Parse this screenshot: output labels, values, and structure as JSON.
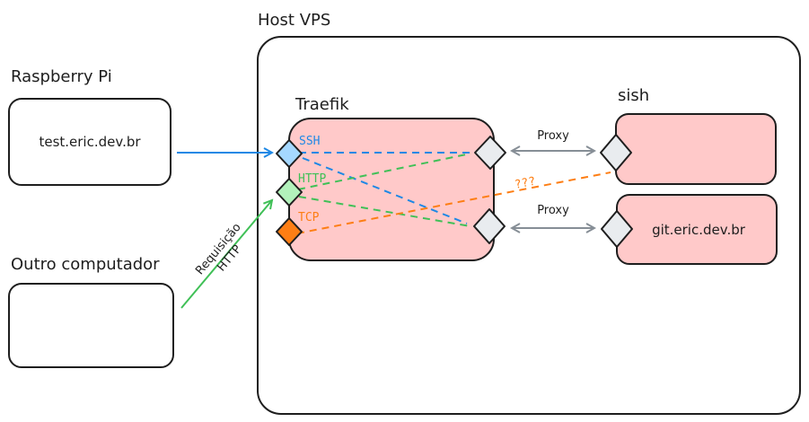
{
  "labels": {
    "raspberry_pi": "Raspberry Pi",
    "outro_computador": "Outro computador",
    "host_vps": "Host VPS",
    "traefik": "Traefik",
    "sish": "sish"
  },
  "boxes": {
    "raspberry_pi": "test.eric.dev.br",
    "outro_computador": "",
    "sish_bottom": "git.eric.dev.br"
  },
  "ports": {
    "ssh": "SSH",
    "http": "HTTP",
    "tcp": "TCP"
  },
  "arrows": {
    "proxy_top": "Proxy",
    "proxy_bottom": "Proxy",
    "unknown": "???",
    "requisicao_line1": "Requisição",
    "requisicao_line2": "HTTP"
  },
  "colors": {
    "ssh": "#1e88e5",
    "http": "#40c057",
    "tcp": "#fd7e14",
    "proxy": "#868e96",
    "traefik_fill": "#ffc9c9",
    "ssh_port_fill": "#a5d8ff",
    "http_port_fill": "#b2f2bb",
    "tcp_port_fill": "#fd7e14",
    "connector_fill": "#e9ecef"
  }
}
